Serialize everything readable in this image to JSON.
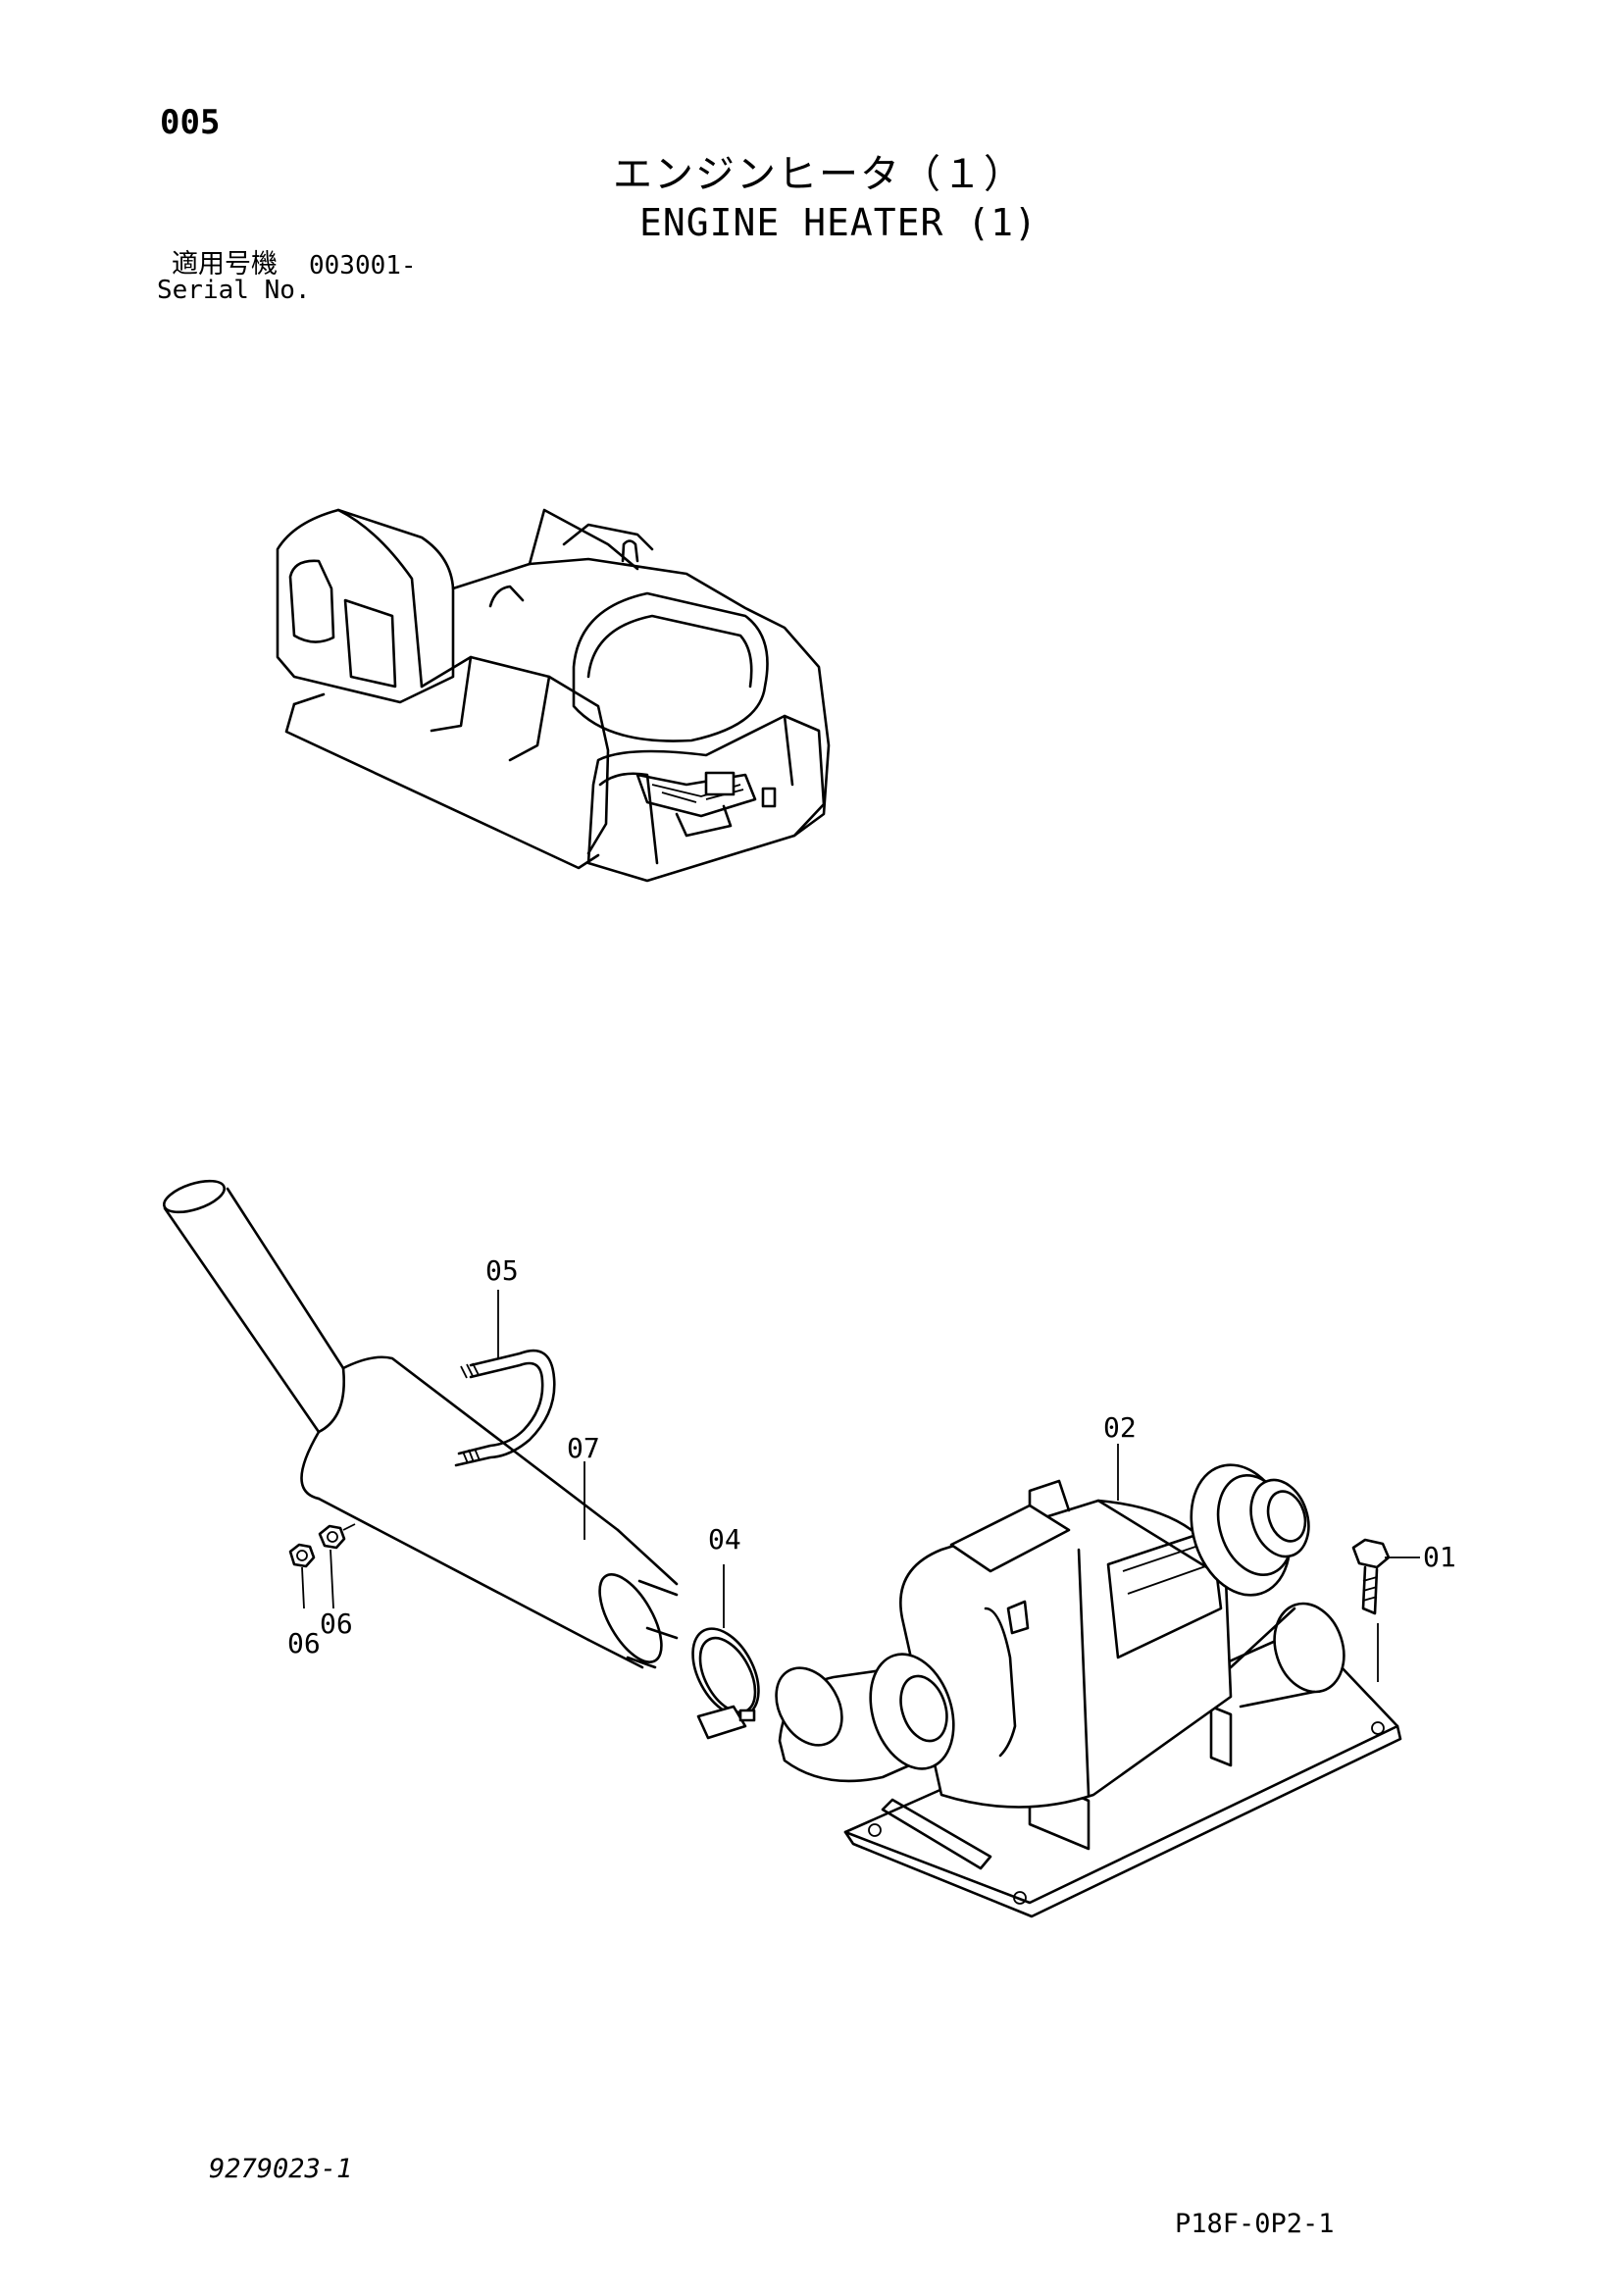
{
  "header": {
    "page_number": "005",
    "title_ja": "エンジンヒータ（１）",
    "title_en": "ENGINE HEATER (1)"
  },
  "serial": {
    "label_ja": "適用号機",
    "value": "003001-",
    "label_en": "Serial No."
  },
  "callouts": {
    "c01": "01",
    "c02": "02",
    "c04": "04",
    "c05": "05",
    "c06_left": "06",
    "c06_right": "06",
    "c07": "07"
  },
  "footer": {
    "drawing_number": "9279023-1",
    "page_code": "P18F-0P2-1"
  }
}
